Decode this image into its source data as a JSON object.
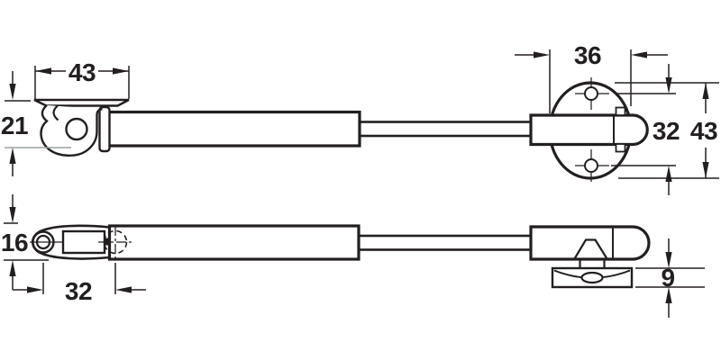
{
  "colors": {
    "line": "#231f20",
    "light_line": "#9aa0a4",
    "background": "#ffffff"
  },
  "top_view": {
    "dimensions": {
      "bracket_width": "43",
      "bracket_height": "21",
      "plate_width": "36",
      "screw_hole_spacing": "32",
      "plate_height": "43"
    }
  },
  "bottom_view": {
    "dimensions": {
      "eyelet_height": "16",
      "eyelet_to_pivot": "32",
      "plate_thickness": "9"
    }
  }
}
